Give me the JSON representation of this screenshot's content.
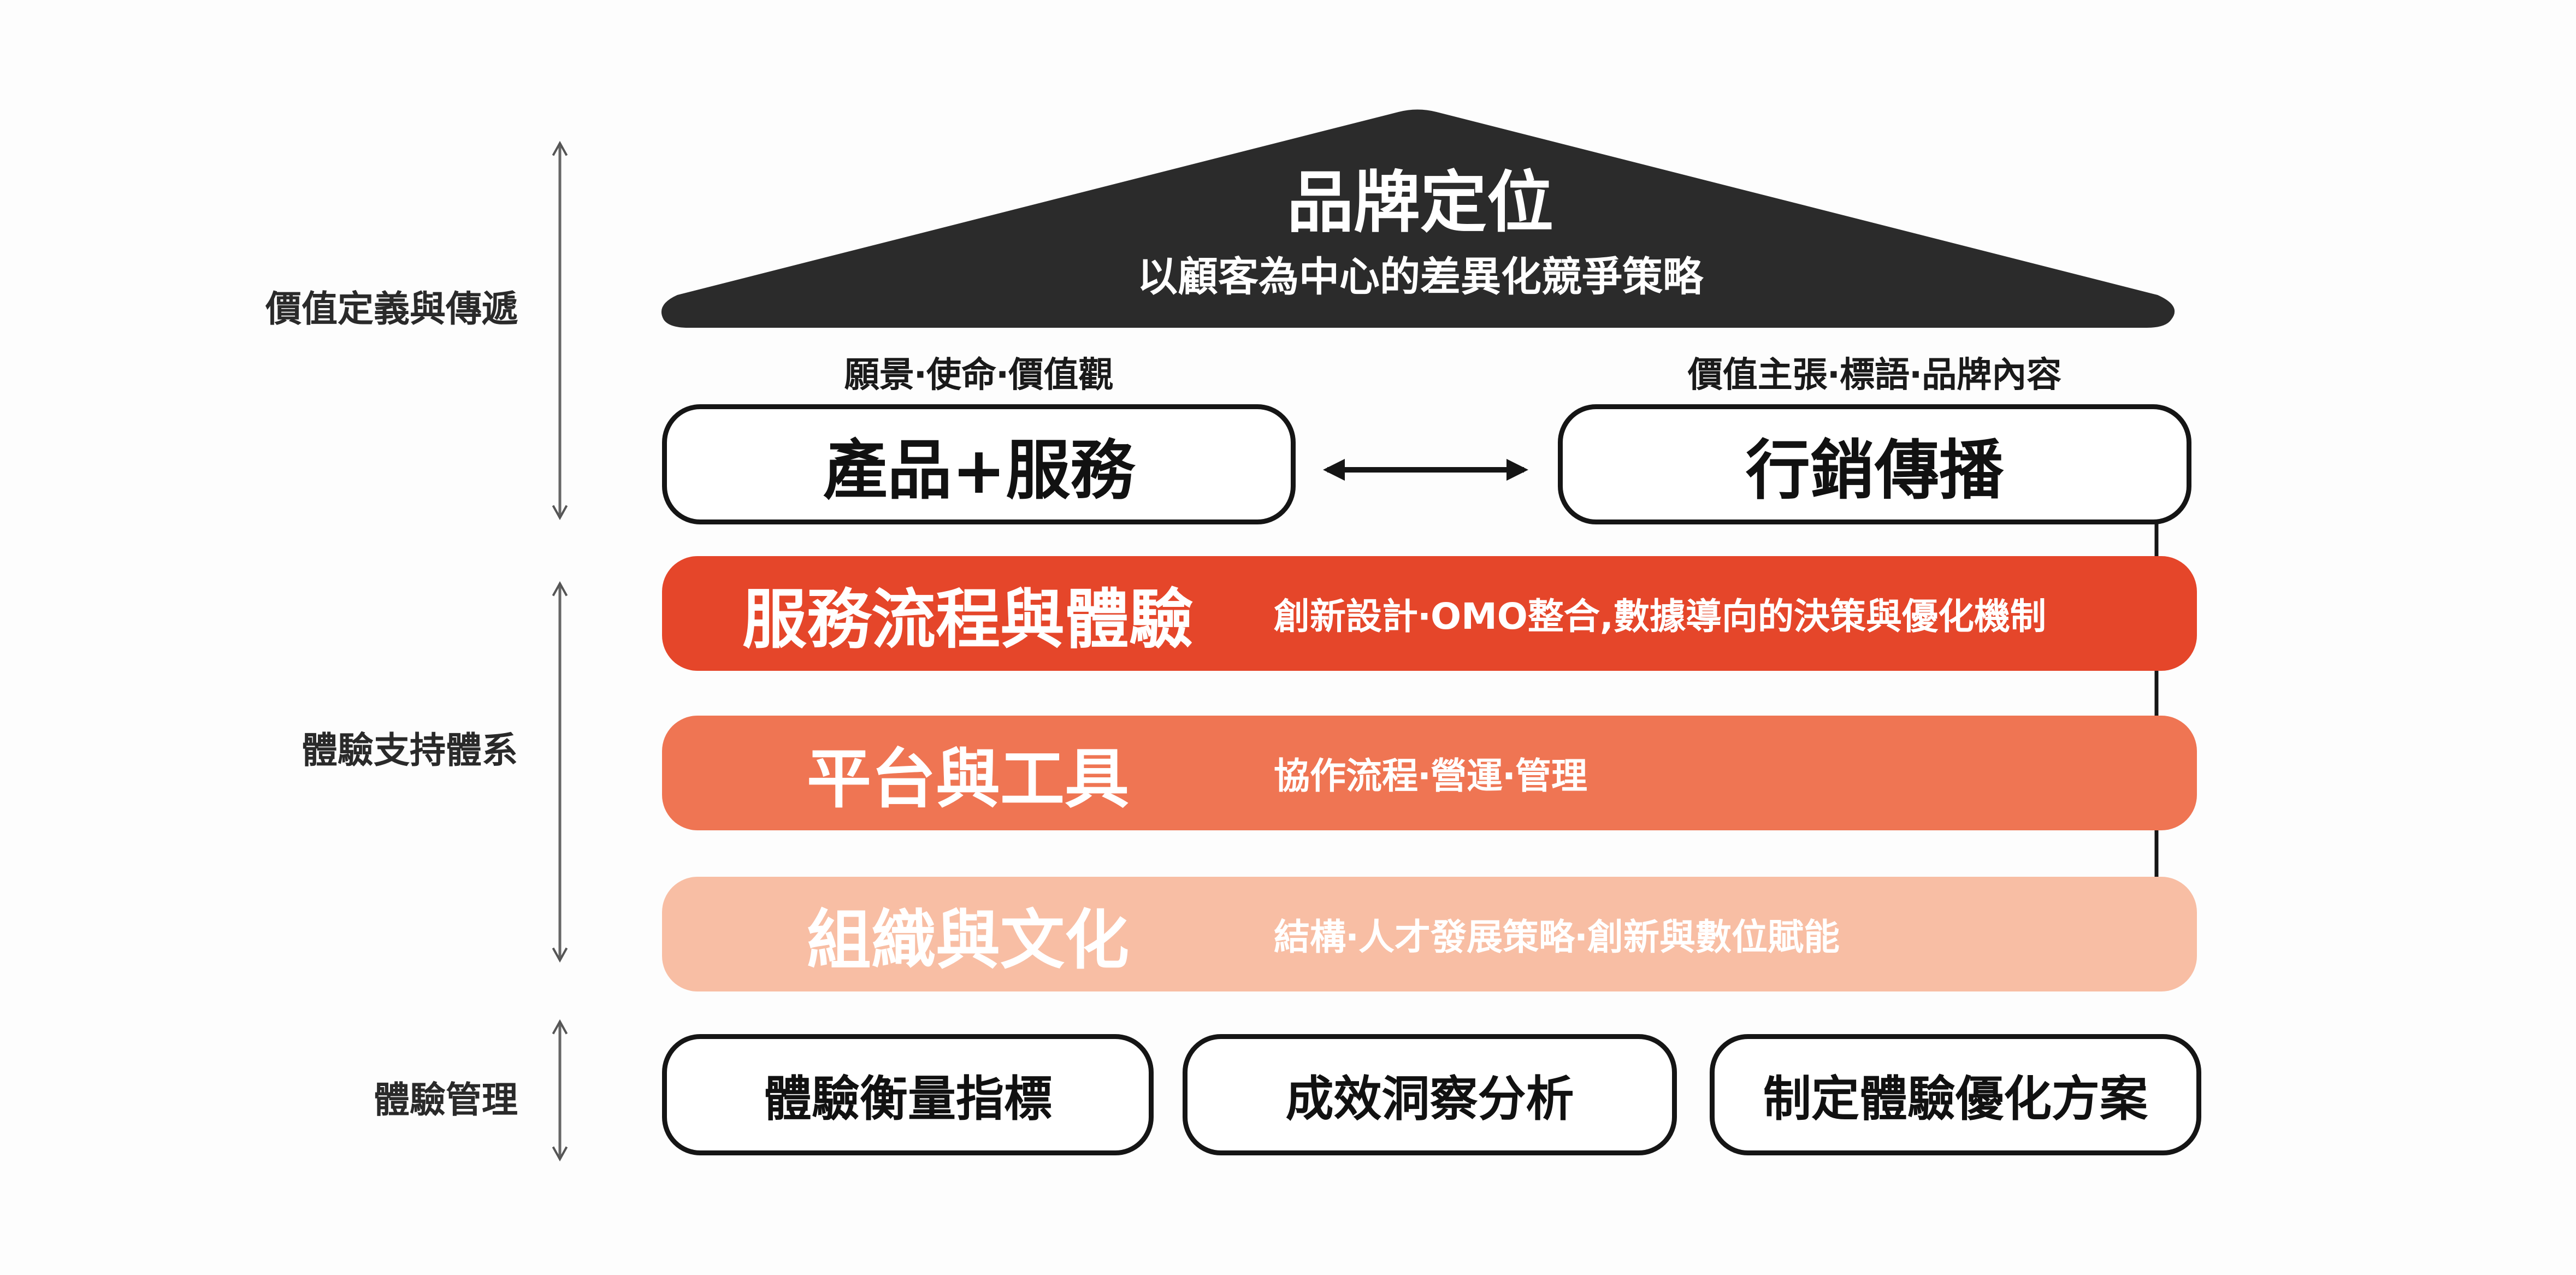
{
  "roof": {
    "title": "品牌定位",
    "subtitle": "以顧客為中心的差異化競爭策略"
  },
  "left_pillar": {
    "label": "願景‧使命‧價值觀",
    "box": "產品+服務"
  },
  "right_pillar": {
    "label": "價值主張‧標語‧品牌內容",
    "box": "行銷傳播"
  },
  "layers": [
    {
      "title": "服務流程與體驗",
      "desc": "創新設計‧OMO整合,數據導向的決策與優化機制",
      "color": "#e5462a"
    },
    {
      "title": "平台與工具",
      "desc": "協作流程‧營運‧管理",
      "color": "#ef7553"
    },
    {
      "title": "組織與文化",
      "desc": "結構‧人才發展策略‧創新與數位賦能",
      "color": "#f8bea4"
    }
  ],
  "management_boxes": [
    {
      "label": "體驗衡量指標"
    },
    {
      "label": "成效洞察分析"
    },
    {
      "label": "制定體驗優化方案"
    }
  ],
  "side_labels": {
    "value_definition": "價值定義與傳遞",
    "experience_support": "體驗支持體系",
    "experience_management": "體驗管理"
  },
  "colors": {
    "roof": "#2b2b2b",
    "outline": "#151515",
    "background": "#fdfdfd"
  }
}
